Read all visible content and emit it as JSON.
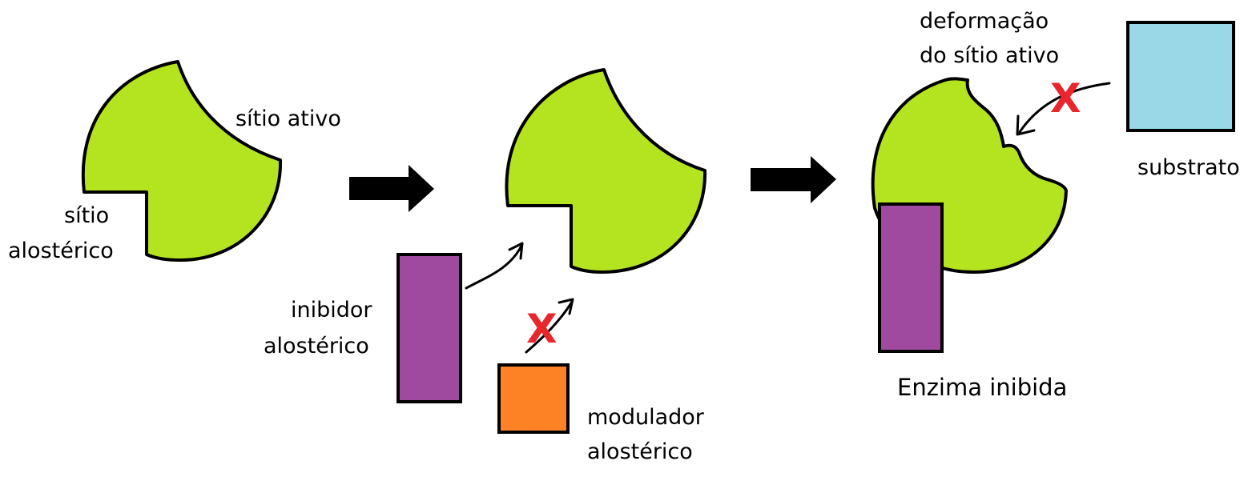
{
  "labels": {
    "active_site": "sítio ativo",
    "allosteric_site_line1": "sítio",
    "allosteric_site_line2": "alostérico",
    "inhibitor_line1": "inibidor",
    "inhibitor_line2": "alostérico",
    "modulator_line1": "modulador",
    "modulator_line2": "alostérico",
    "deformation_line1": "deformação",
    "deformation_line2": "do sítio ativo",
    "substrate": "substrato",
    "inhibited_enzyme": "Enzima inibida"
  },
  "marks": {
    "blocked": "X"
  },
  "colors": {
    "enzyme": "#b4e31f",
    "inhibitor": "#a04a9f",
    "modulator": "#fd8125",
    "substrate": "#9ad8e7",
    "blocked_mark": "#e8262b",
    "outline": "#000000"
  }
}
